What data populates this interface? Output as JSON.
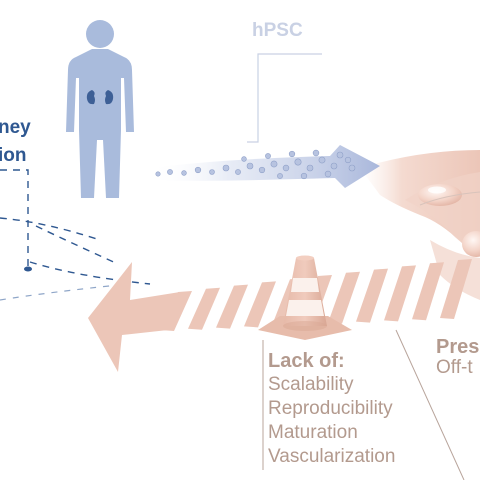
{
  "labels": {
    "left_heading_line1": "ney",
    "left_heading_line2": "ion",
    "hpsc": "hPSC",
    "lack_title": "Lack of:",
    "lack_items": [
      "Scalability",
      "Reproducibility",
      "Maturation",
      "Vascularization"
    ],
    "right_title": "Pres",
    "right_subtitle": "Off-t"
  },
  "colors": {
    "body_blue": "#a9bbdc",
    "kidney_blue": "#3d5f96",
    "dark_blue": "#2f5891",
    "cell_blue": "#b7c3e0",
    "peach": "#ecc6b8",
    "peach_light": "#f6e4dc",
    "cone_white": "#f9f1ee",
    "brown_text": "#b39a8e",
    "hpsc_text": "#c9d1e4"
  },
  "icons": [
    "human-figure-icon",
    "kidney-icon",
    "traffic-cone-icon",
    "arrow-icon"
  ]
}
